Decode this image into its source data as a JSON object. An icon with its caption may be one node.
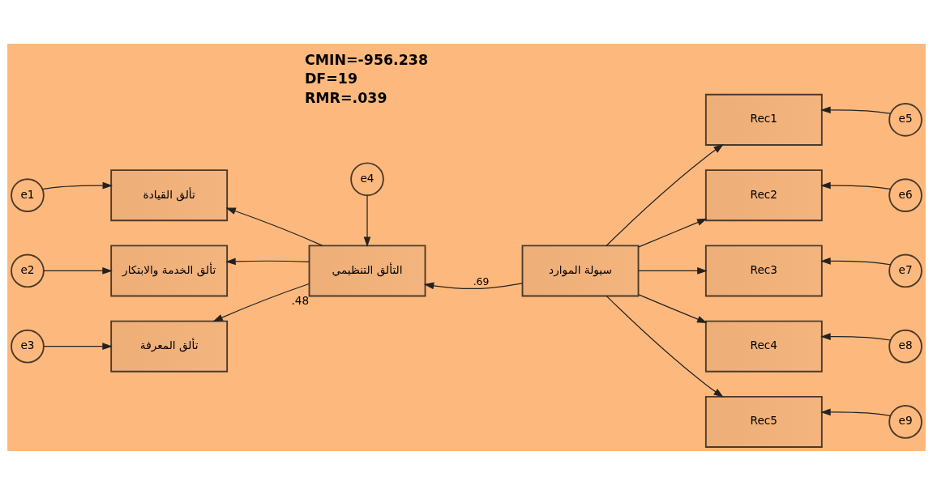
{
  "diagram": {
    "nodes": [
      {
        "text": [
          "e1"
        ]
      },
      {
        "text": [
          "تألق القيادة"
        ]
      },
      {
        "text": [
          "e2"
        ]
      },
      {
        "text": [
          "تألق الخدمة والابتكار"
        ]
      },
      {
        "text": [
          "e3"
        ]
      },
      {
        "text": [
          "تألق المعرفة"
        ]
      },
      {
        "text": [
          "e4"
        ]
      },
      {
        "text": [
          "التألق التنظيمي"
        ],
        "beside": [
          ".48"
        ]
      },
      {
        "text": [
          "سيولة الموارد"
        ]
      },
      {
        "text": [
          "Rec1"
        ]
      },
      {
        "text": [
          "e5"
        ]
      },
      {
        "text": [
          "Rec2"
        ]
      },
      {
        "text": [
          "e6"
        ]
      },
      {
        "text": [
          "Rec3"
        ]
      },
      {
        "text": [
          "e7"
        ]
      },
      {
        "text": [
          "Rec4"
        ]
      },
      {
        "text": [
          "e8"
        ]
      },
      {
        "text": [
          "Rec5"
        ]
      },
      {
        "text": [
          "e9"
        ]
      }
    ],
    "edges": [
      {
        "from": 0,
        "to": 1,
        "arrow": "to"
      },
      {
        "from": 2,
        "to": 3,
        "arrow": "to"
      },
      {
        "from": 4,
        "to": 5,
        "arrow": "to"
      },
      {
        "from": 7,
        "to": 1,
        "arrow": "to"
      },
      {
        "from": 7,
        "to": 3,
        "arrow": "to"
      },
      {
        "from": 7,
        "to": 5,
        "arrow": "to"
      },
      {
        "from": 6,
        "to": 7,
        "arrow": "to"
      },
      {
        "from": 8,
        "to": 7,
        "arrow": "to",
        "label": ".69"
      },
      {
        "from": 8,
        "to": 9,
        "arrow": "to"
      },
      {
        "from": 8,
        "to": 11,
        "arrow": "to"
      },
      {
        "from": 8,
        "to": 13,
        "arrow": "to"
      },
      {
        "from": 8,
        "to": 15,
        "arrow": "to"
      },
      {
        "from": 8,
        "to": 17,
        "arrow": "to"
      },
      {
        "from": 10,
        "to": 9,
        "arrow": "to"
      },
      {
        "from": 12,
        "to": 11,
        "arrow": "to"
      },
      {
        "from": 14,
        "to": 13,
        "arrow": "to"
      },
      {
        "from": 16,
        "to": 15,
        "arrow": "to"
      },
      {
        "from": 18,
        "to": 17,
        "arrow": "to"
      }
    ],
    "labels": [
      "CMIN=-956.238",
      "DF=19",
      "RMR=.039"
    ]
  }
}
